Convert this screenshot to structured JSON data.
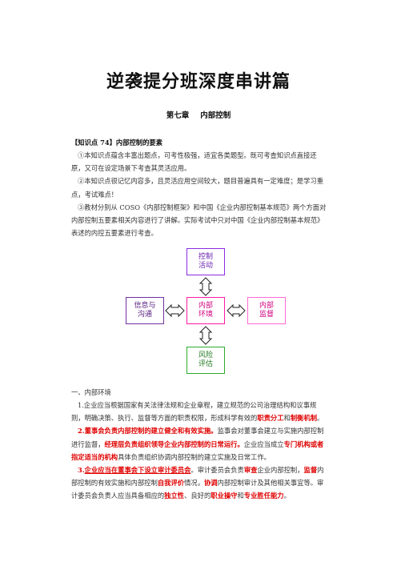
{
  "title": "逆袭提分班深度串讲篇",
  "chapter": {
    "number": "第七章",
    "name": "内部控制"
  },
  "knowledge_point": {
    "heading": "【知识点 74】内部控制的要素",
    "items": [
      "①本知识点蕴含丰富出题点，可考性极强，适宜各类题型。既可考查知识点直接还原，又可在设定场景下考查其灵活应用。",
      "②本知识点很记忆内容多，且灵活应用空间较大，题目普遍具有一定难度；是学习重点，考试难点！",
      "③教材分别从 COSO《内部控制框架》和中国《企业内部控制基本规范》两个方面对内部控制五要素相关内容进行了讲解。实际考试中只对中国《企业内部控制基本规范》表述的内控五要素进行考查。"
    ]
  },
  "diagram": {
    "top": [
      "控制",
      "活动"
    ],
    "center": [
      "内部",
      "环境"
    ],
    "left": [
      "信息与",
      "沟通"
    ],
    "right": [
      "内部",
      "监督"
    ],
    "bottom": [
      "风险",
      "评估"
    ]
  },
  "section": {
    "title": "一、内部环境",
    "p1": "1.企业应当根据国家有关法律法规和企业章程，建立规范的公司治理结构和议事规则，明确决策、执行、监督等方面的职责权限，形成科学有效的",
    "p1_red1": "职责分工",
    "p1_and": "和",
    "p1_red2": "制衡机制",
    "p1_end": "。",
    "p2_red": "2.董事会负责内部控制的建立健全和有效实施。",
    "p2_a": "监事会对董事会建立与实施内部控制进行监督，",
    "p2_red2": "经理层负责组织领导企业内部控制的日常运行。",
    "p2_b": "企业应当成立",
    "p2_red3": "专门机构或者指定适当的机构",
    "p2_c": "具体负责组织协调内部控制的建立实施及日常工作。",
    "p3_num": "3.",
    "p3_redu": "企业应当在董事会下设立审计委员会",
    "p3_a": "。审计委员会负责",
    "p3_r1": "审查",
    "p3_b": "企业内部控制，",
    "p3_r2": "监督",
    "p3_c": "内部控制的有效实施和内部控制",
    "p3_r3": "自我评价",
    "p3_d": "情况，",
    "p3_r4": "协调",
    "p3_e": "内部控制审计及其他相关事宜等。审计委员会负责人应当具备相应的",
    "p3_r5": "独立性",
    "p3_f": "、良好的",
    "p3_r6": "职业操守",
    "p3_g": "和",
    "p3_r7": "专业胜任能力",
    "p3_h": "。"
  }
}
